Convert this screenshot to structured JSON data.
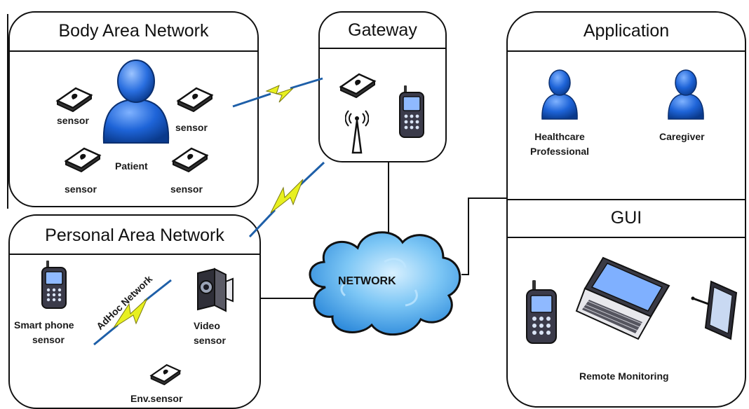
{
  "boxes": {
    "ban_title": "Body Area Network",
    "gateway_title": "Gateway",
    "application_title": "Application",
    "pan_title": "Personal Area Network"
  },
  "body_area": {
    "sensor_label": "sensor",
    "patient_label": "Patient"
  },
  "application": {
    "healthcare_label": "Healthcare Professional",
    "healthcare_line1": "Healthcare",
    "healthcare_line2": "Professional",
    "caregiver_label": "Caregiver",
    "gui_label": "GUI",
    "remote_label": "Remote Monitoring"
  },
  "network": {
    "label": "NETWORK"
  },
  "personal_area": {
    "smartphone_label": "Smart phone sensor",
    "smartphone_line1": "Smart phone",
    "smartphone_line2": "sensor",
    "adhoc_label": "AdHoc Network",
    "video_label": "Video sensor",
    "video_line1": "Video",
    "video_line2": "sensor",
    "env_label": "Env.sensor"
  },
  "icons": {
    "person": "person-icon",
    "sensor": "sensor-node-icon",
    "phone": "mobile-phone-icon",
    "antenna": "antenna-icon",
    "camera": "video-camera-icon",
    "laptop": "laptop-icon",
    "tablet": "tablet-icon",
    "cloud": "cloud-icon",
    "lightning": "wireless-link-icon"
  },
  "colors": {
    "person_blue": "#1e64d8",
    "person_dark": "#0a3a8c",
    "cloud_blue": "#4aa3e8",
    "lightning_yellow": "#e8f020",
    "lightning_blue": "#1e5fa8",
    "outline": "#111111"
  }
}
